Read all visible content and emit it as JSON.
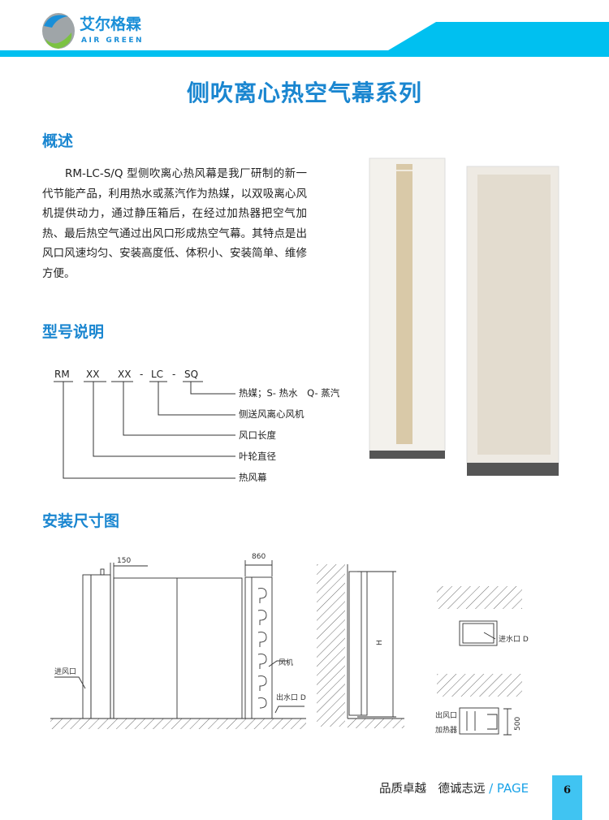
{
  "header": {
    "logo_cn": "艾尔格霖",
    "logo_en": "AIR GREEN",
    "accent": "#00c0f0"
  },
  "title": "侧吹离心热空气幕系列",
  "overview": {
    "heading": "概述",
    "text": "RM-LC-S/Q 型侧吹离心热风幕是我厂研制的新一代节能产品，利用热水或蒸汽作为热媒，以双吸离心风机提供动力，通过静压箱后，在经过加热器把空气加热、最后热空气通过出风口形成热空气幕。其特点是出风口风速均匀、安装高度低、体积小、安装简单、维修方便。"
  },
  "model": {
    "heading": "型号说明",
    "codes": [
      "RM",
      "XX",
      "XX",
      "-",
      "LC",
      "-",
      "SQ"
    ],
    "labels": [
      "热媒；S- 热水　Q- 蒸汽",
      "侧送风离心风机",
      "风口长度",
      "叶轮直径",
      "热风幕"
    ]
  },
  "install": {
    "heading": "安装尺寸图",
    "dim_150": "150",
    "dim_860": "860",
    "inlet": "进风口",
    "fan": "风机",
    "water_out": "出水口 D",
    "height": "H",
    "water_in": "进水口 D",
    "air_out": "出风口",
    "heater": "加热器",
    "dim_500": "500"
  },
  "footer": {
    "slogan1": "品质卓越",
    "slogan2": "德诚志远",
    "page_label": "/ PAGE",
    "page_number": "6"
  }
}
